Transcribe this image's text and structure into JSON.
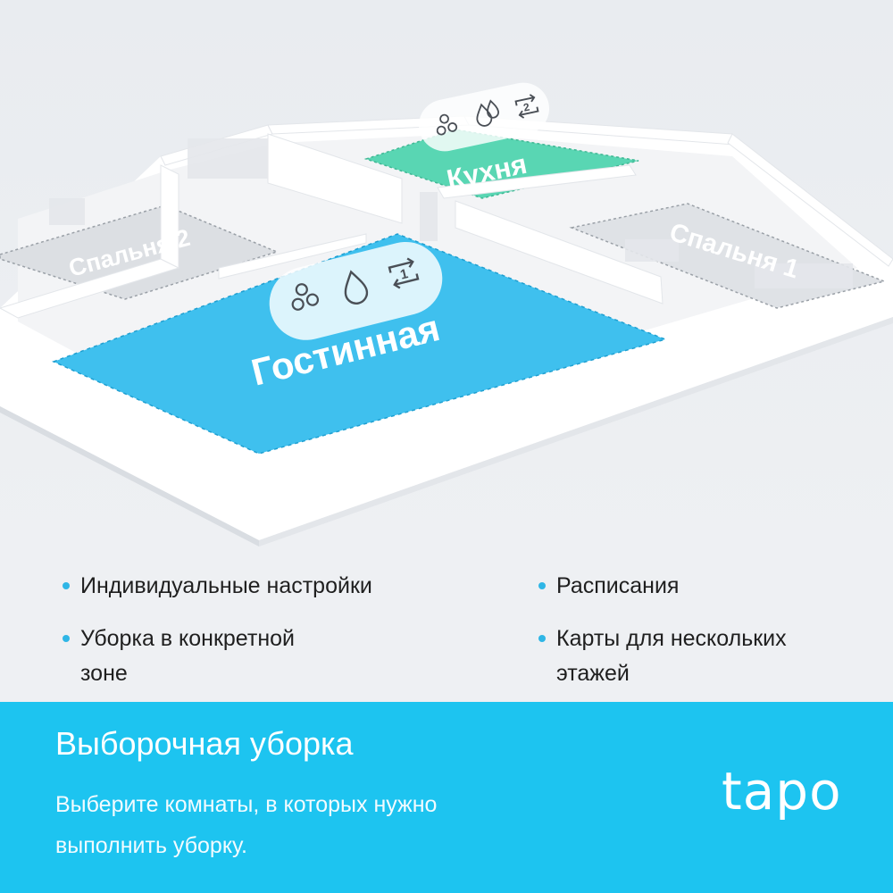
{
  "map": {
    "rooms": {
      "living": "Гостинная",
      "kitchen": "Кухня",
      "bedroom1": "Спальня 1",
      "bedroom2": "Спальня 2"
    },
    "living_mode_icons": [
      "fan-icon",
      "water-drop-icon",
      "repeat-1-icon"
    ],
    "kitchen_mode_icons": [
      "fan-icon",
      "water-drop-2-icon",
      "repeat-2-icon"
    ],
    "colors": {
      "living": "#3fc0ee",
      "kitchen": "#59d6b3"
    }
  },
  "features": {
    "left": [
      "Индивидуальные настройки",
      "Уборка в конкретной",
      "зоне"
    ],
    "right": [
      "Расписания",
      "Карты для нескольких",
      "этажей"
    ]
  },
  "footer": {
    "title": "Выборочная уборка",
    "subtitle_line1": "Выберите комнаты, в которых нужно",
    "subtitle_line2": "выполнить уборку.",
    "logo": "tapo"
  },
  "colors": {
    "accent": "#1dc4f0",
    "bullet": "#2fb6e6"
  }
}
